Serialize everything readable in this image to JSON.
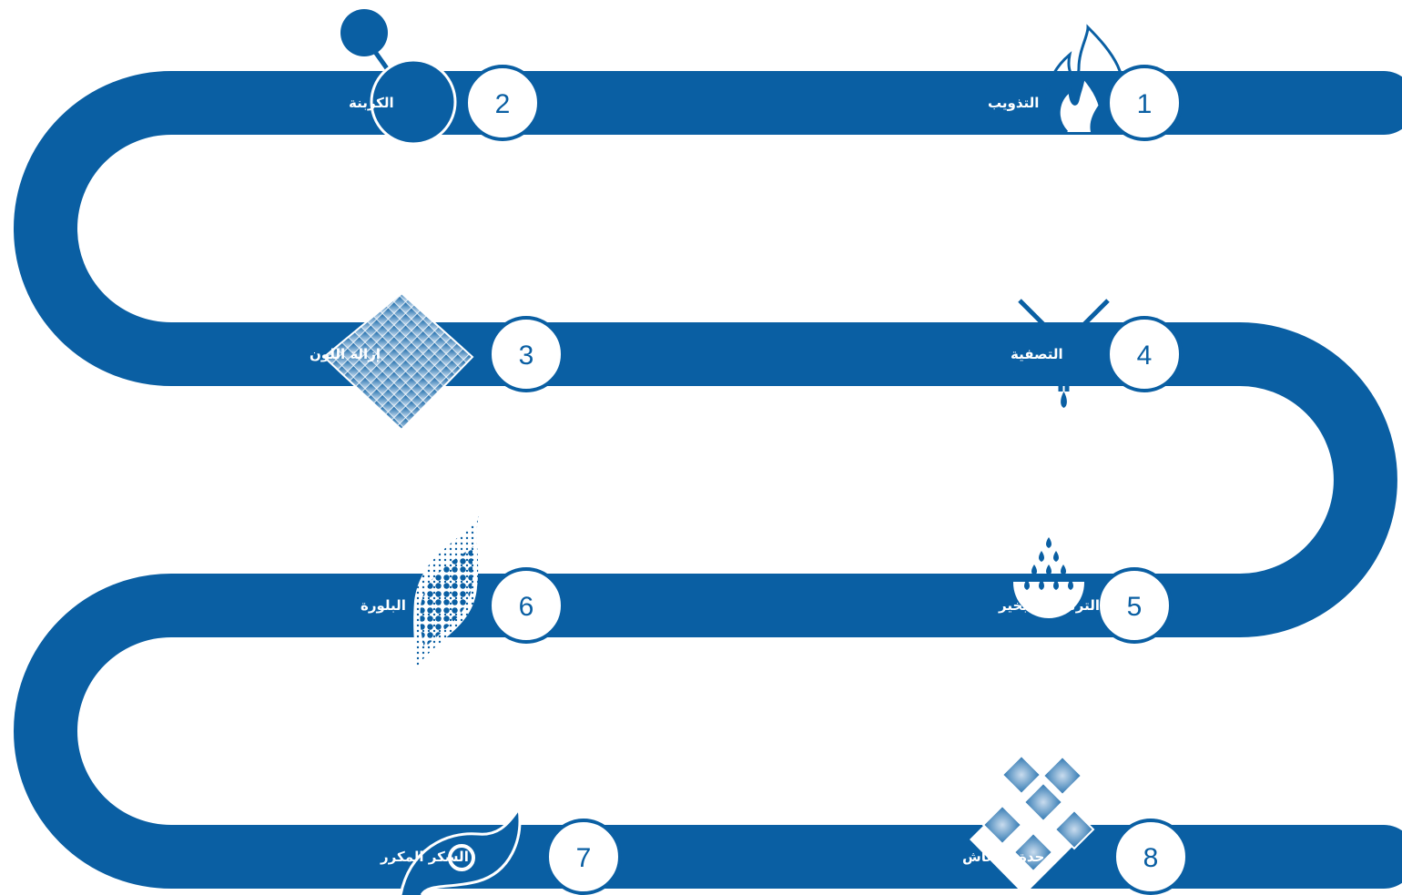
{
  "colors": {
    "path": "#0a5fa3",
    "path_light": "#4f8fc6",
    "circle_fill": "#ffffff",
    "number": "#0a5fa3",
    "label": "#ffffff"
  },
  "steps": [
    {
      "number": "1",
      "label": "التذويب",
      "icon": "flame-icon"
    },
    {
      "number": "2",
      "label": "الكربنة",
      "icon": "bubble-icon"
    },
    {
      "number": "3",
      "label": "إزالة اللون",
      "icon": "grid-diamond-icon"
    },
    {
      "number": "4",
      "label": "التصفية",
      "icon": "funnel-drip-icon"
    },
    {
      "number": "5",
      "label": "التركيز بالتبخير",
      "icon": "droplets-icon"
    },
    {
      "number": "6",
      "label": "البلورة",
      "icon": "crystal-dots-icon"
    },
    {
      "number": "7",
      "label": "السكر المكرر",
      "icon": "swirl-icon"
    },
    {
      "number": "8",
      "label": "وحدة الانعاش",
      "icon": "diamonds-icon"
    }
  ]
}
